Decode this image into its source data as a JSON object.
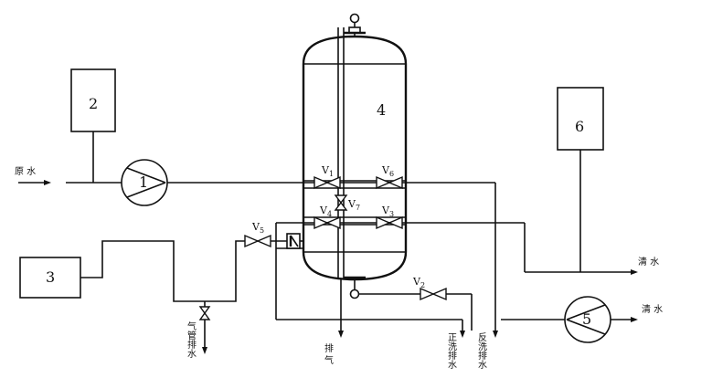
{
  "diagram": {
    "units": {
      "u2": "2",
      "u1": "1",
      "u3": "3",
      "u4": "4",
      "u5": "5",
      "u6": "6"
    },
    "valves": {
      "v1": "V",
      "v1_sub": "1",
      "v2": "V",
      "v2_sub": "2",
      "v3": "V",
      "v3_sub": "3",
      "v4": "V",
      "v4_sub": "4",
      "v5": "V",
      "v5_sub": "5",
      "v6": "V",
      "v6_sub": "6",
      "v7": "V",
      "v7_sub": "7"
    },
    "labels": {
      "raw_water": "原 水",
      "clean_water_top": "清 水",
      "clean_water_bottom": "清 水",
      "gas_pipe_drain": "气管排水",
      "exhaust": "排 气",
      "forward_wash_drain": "正洗排水",
      "backwash_drain": "反洗排水"
    }
  }
}
